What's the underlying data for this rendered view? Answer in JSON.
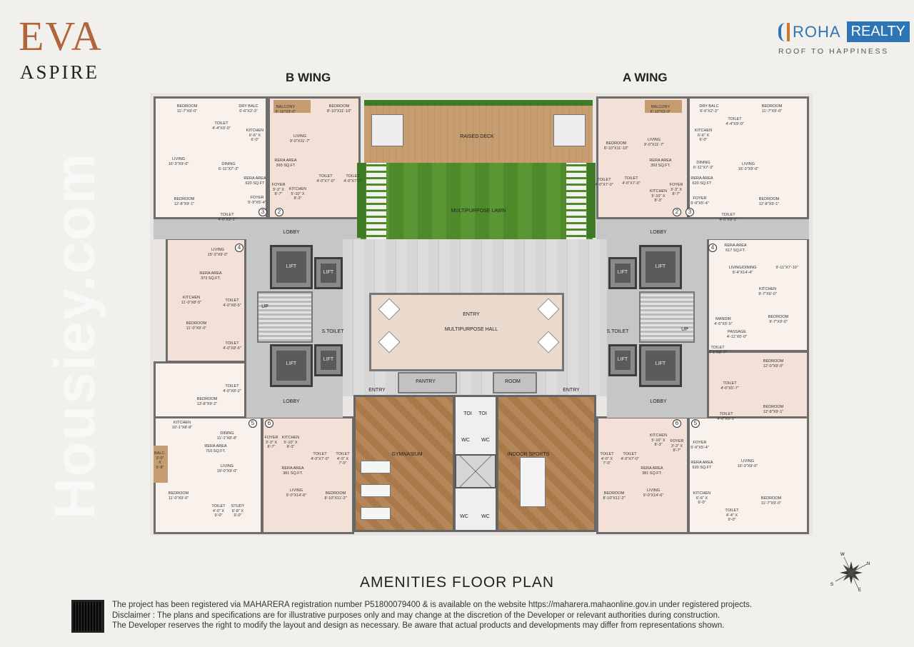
{
  "brand": {
    "project_logo_line1": "EVA",
    "project_logo_line2": "ASPIRE",
    "developer_name": "ROHA",
    "developer_badge": "REALTY",
    "developer_tagline": "ROOF TO HAPPINESS",
    "accent_color": "#2e75b6",
    "project_color": "#b0663a"
  },
  "wings": {
    "left": "B WING",
    "right": "A WING"
  },
  "watermark": "Housiey.com",
  "title": "AMENITIES FLOOR PLAN",
  "compass": {
    "n": "N",
    "s": "S",
    "e": "E",
    "w": "W"
  },
  "disclaimer": [
    "The project has been registered via MAHARERA registration number P51800079400 & is available on the website https://maharera.mahaonline.gov.in under registered projects.",
    "Disclaimer : The plans and specifications are for illustrative purposes only and may change at the discretion of the Developer or relevant authorities during construction.",
    "The Developer reserves the right to modify the layout and design as necessary. Be aware that actual products and developments may differ from representations shown."
  ],
  "amenities": {
    "raised_deck": "RAISED DECK",
    "lawn": "MULTIPURPOSE LAWN",
    "hall": "MULTIPURPOSE HALL",
    "hall_entry": "ENTRY",
    "pantry": "PANTRY",
    "room": "ROOM",
    "entry_left": "ENTRY",
    "entry_right": "ENTRY",
    "gym": "GYMNASIUM",
    "sports": "INDOOR SPORTS",
    "toi_1": "TOI",
    "toi_2": "TOI",
    "wc": [
      "WC",
      "WC",
      "WC",
      "WC"
    ],
    "lobbies": [
      "LOBBY",
      "LOBBY",
      "LOBBY",
      "LOBBY"
    ],
    "lifts": [
      "LIFT",
      "LIFT",
      "LIFT",
      "LIFT",
      "LIFT",
      "LIFT",
      "LIFT",
      "LIFT"
    ],
    "s_toilets": [
      "S.TOILET",
      "S.TOILET"
    ],
    "up": [
      "UP",
      "UP"
    ]
  },
  "unit_numbers": [
    "3",
    "2",
    "4",
    "5",
    "6",
    "2",
    "3",
    "4",
    "6",
    "5"
  ],
  "rooms": [
    {
      "name": "BEDROOM",
      "size": "11'-7\"X9'-0\""
    },
    {
      "name": "TOILET",
      "size": "4'-4\"X9'-0\""
    },
    {
      "name": "DRY BALC",
      "size": "6'-6\"X2'-3\""
    },
    {
      "name": "KITCHEN",
      "size": "6'-6\" X 6'-0\""
    },
    {
      "name": "LIVING",
      "size": "16'-3\"X9'-0\""
    },
    {
      "name": "DINING",
      "size": "6'-11\"X7'-3\""
    },
    {
      "name": "RERA AREA",
      "size": "620 SQ.FT"
    },
    {
      "name": "BEDROOM",
      "size": "12'-8\"X9'-1\""
    },
    {
      "name": "FOYER",
      "size": "5'-9\"X5'-4\""
    },
    {
      "name": "TOILET",
      "size": "4'-0\"X9'-1\""
    },
    {
      "name": "BALCONY",
      "size": "8'-10\"X3'-0\""
    },
    {
      "name": "BEDROOM",
      "size": "8'-10\"X11'-10\""
    },
    {
      "name": "LIVING",
      "size": "9'-0\"X11'-7\""
    },
    {
      "name": "RERA AREA",
      "size": "393 SQ.FT"
    },
    {
      "name": "TOILET",
      "size": "4'-0\"X7'-0\""
    },
    {
      "name": "TOILET",
      "size": "4'-0\"X7'-0\""
    },
    {
      "name": "FOYER",
      "size": "3'-3\" X 8'-7\""
    },
    {
      "name": "KITCHEN",
      "size": "5'-10\" X 8'-3\""
    },
    {
      "name": "LIVING",
      "size": "15'-3\"X9'-0\""
    },
    {
      "name": "RERA AREA",
      "size": "373 SQ.FT."
    },
    {
      "name": "KITCHEN",
      "size": "11'-0\"X8'-5\""
    },
    {
      "name": "TOILET",
      "size": "4'-0\"X8'-5\""
    },
    {
      "name": "BEDROOM",
      "size": "11'-0\"X9'-0\""
    },
    {
      "name": "TOILET",
      "size": "4'-0\"X8'-6\""
    },
    {
      "name": "TOILET",
      "size": "4'-0\"X8'-2\""
    },
    {
      "name": "BEDROOM",
      "size": "13'-8\"X9'-2\""
    },
    {
      "name": "KITCHEN",
      "size": "10'-1\"X8'-8\""
    },
    {
      "name": "DINING",
      "size": "11'-1\"X8'-8\""
    },
    {
      "name": "RERA AREA",
      "size": "710 SQ.FT."
    },
    {
      "name": "BALC.",
      "size": "3'-0\" X 9'-8\""
    },
    {
      "name": "LIVING",
      "size": "19'-0\"X9'-0\""
    },
    {
      "name": "BEDROOM",
      "size": "11'-0\"X9'-0\""
    },
    {
      "name": "TOILET",
      "size": "4'-0\" X 9'-0\""
    },
    {
      "name": "STUDY",
      "size": "6'-8\" X 9'-0\""
    },
    {
      "name": "FOYER",
      "size": "3'-3\" X 8'-7\""
    },
    {
      "name": "KITCHEN",
      "size": "5'-10\" X 8'-3\""
    },
    {
      "name": "TOILET",
      "size": "4'-0\"X7'-0\""
    },
    {
      "name": "TOILET",
      "size": "4'-0\" X 7'-0\""
    },
    {
      "name": "RERA AREA",
      "size": "381 SQ.FT."
    },
    {
      "name": "LIVING",
      "size": "9'-0\"X14'-6\""
    },
    {
      "name": "BEDROOM",
      "size": "8'-10\"X11'-2\""
    },
    {
      "name": "BALCONY",
      "size": "8'-10\"X3'-0\""
    },
    {
      "name": "DRY BALC",
      "size": "6'-6\"X2'-3\""
    },
    {
      "name": "TOILET",
      "size": "4'-4\"X9'-0\""
    },
    {
      "name": "BEDROOM",
      "size": "11'-7\"X9'-0\""
    },
    {
      "name": "BEDROOM",
      "size": "8'-10\"X11'-10\""
    },
    {
      "name": "LIVING",
      "size": "9'-0\"X11'-7\""
    },
    {
      "name": "KITCHEN",
      "size": "6'-6\" X 6'-0\""
    },
    {
      "name": "RERA AREA",
      "size": "393 SQ.FT."
    },
    {
      "name": "DINING",
      "size": "6'-11\"X7'-3\""
    },
    {
      "name": "LIVING",
      "size": "16'-3\"X9'-0\""
    },
    {
      "name": "TOILET",
      "size": "4'-0\"X7'-0\""
    },
    {
      "name": "TOILET",
      "size": "4'-0\"X7'-0\""
    },
    {
      "name": "RERA AREA",
      "size": "620 SQ.FT"
    },
    {
      "name": "KITCHEN",
      "size": "5'-10\" X 8'-3\""
    },
    {
      "name": "FOYER",
      "size": "3'-3\" X 8'-7\""
    },
    {
      "name": "FOYER",
      "size": "5'-9\"X5'-4\""
    },
    {
      "name": "BEDROOM",
      "size": "12'-8\"X9'-1\""
    },
    {
      "name": "TOILET",
      "size": "4'-0\"X9'-1\""
    },
    {
      "name": "RERA AREA",
      "size": "617 SQ.FT."
    },
    {
      "name": "LIVING/DINING",
      "size": "9'-4\"X14'-4\""
    },
    {
      "name": "",
      "size": "9'-11\"X7'-10\""
    },
    {
      "name": "KITCHEN",
      "size": "9'-7\"X6'-0\""
    },
    {
      "name": "MANDIR",
      "size": "4'-5\"X5'-5\""
    },
    {
      "name": "BEDROOM",
      "size": "9'-7\"X9'-0\""
    },
    {
      "name": "PASSAGE",
      "size": "4'-11\"X0'-0\""
    },
    {
      "name": "TOILET",
      "size": "4'-1\"X8'-7\""
    },
    {
      "name": "BEDROOM",
      "size": "12'-0\"X9'-0\""
    },
    {
      "name": "TOILET",
      "size": "4'-6\"X5'-7\""
    },
    {
      "name": "BEDROOM",
      "size": "12'-8\"X9'-1\""
    },
    {
      "name": "TOILET",
      "size": "4'-0\"X9'-1\""
    },
    {
      "name": "FOYER",
      "size": "5'-9\"X5'-4\""
    },
    {
      "name": "RERA AREA",
      "size": "620 SQ.FT"
    },
    {
      "name": "LIVING",
      "size": "16'-3\"X9'-0\""
    },
    {
      "name": "KITCHEN",
      "size": "6'-6\" X 6'-0\""
    },
    {
      "name": "TOILET",
      "size": "4'-4\" X 9'-0\""
    },
    {
      "name": "BEDROOM",
      "size": "11'-7\"X9'-0\""
    },
    {
      "name": "KITCHEN",
      "size": "5'-10\" X 8'-3\""
    },
    {
      "name": "FOYER",
      "size": "3'-3\" X 8'-7\""
    },
    {
      "name": "TOILET",
      "size": "4'-0\" X 7'-0\""
    },
    {
      "name": "TOILET",
      "size": "4'-0\"X7'-0\""
    },
    {
      "name": "RERA AREA",
      "size": "381 SQ.FT."
    },
    {
      "name": "LIVING",
      "size": "9'-0\"X14'-6\""
    },
    {
      "name": "BEDROOM",
      "size": "8'-10\"X11'-2\""
    }
  ]
}
